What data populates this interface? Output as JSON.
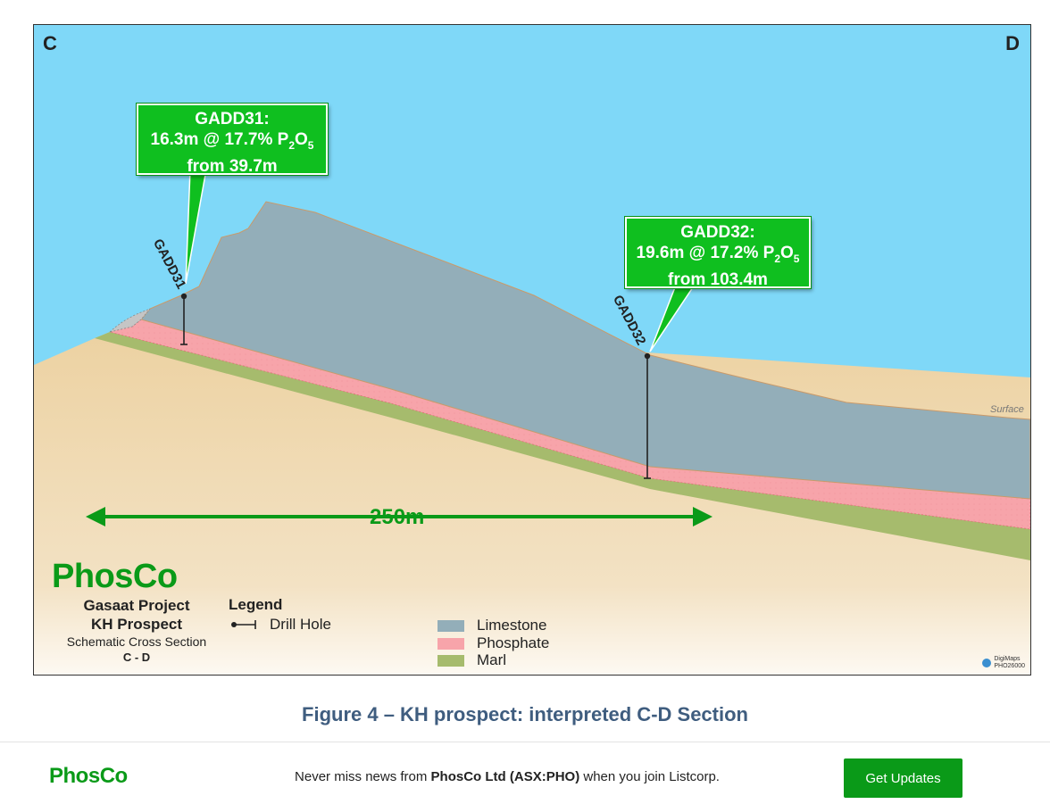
{
  "section": {
    "left_label": "C",
    "right_label": "D",
    "surface_label": "Surface",
    "scale_label": "250m",
    "callouts": [
      {
        "hole": "GADD31",
        "line1": "GADD31:",
        "line2_main": "16.3m  @ 17.7% P",
        "line2_sub1": "2",
        "line2_o": "O",
        "line2_sub2": "5",
        "line3": "from 39.7m"
      },
      {
        "hole": "GADD32",
        "line1": "GADD32:",
        "line2_main": "19.6m @ 17.2% P",
        "line2_sub1": "2",
        "line2_o": "O",
        "line2_sub2": "5",
        "line3": "from 103.4m"
      }
    ],
    "hole_labels": [
      "GADD31",
      "GADD32"
    ],
    "brand": {
      "prefix": "Ph",
      "o": "o",
      "suffix": "sCo"
    },
    "title_block": {
      "project": "Gasaat Project",
      "prospect": "KH Prospect",
      "subtitle": "Schematic Cross Section",
      "section": "C - D"
    },
    "legend": {
      "title": "Legend",
      "drill_hole": "Drill Hole",
      "items": [
        {
          "label": "Limestone",
          "color": "#93aeb9"
        },
        {
          "label": "Phosphate",
          "color": "#f7a4aa"
        },
        {
          "label": "Marl",
          "color": "#a6bb6d"
        }
      ]
    },
    "credit": {
      "line1": "DigiMaps",
      "line2": "PHO26000"
    },
    "colors": {
      "sky": "#7fd8f8",
      "ground": "#ecd3a3",
      "accent": "#0fbf1f",
      "arrow": "#0a9a18"
    }
  },
  "caption": "Figure 4 – KH prospect: interpreted C-D Section",
  "footer": {
    "brand": {
      "prefix": "Ph",
      "o": "o",
      "suffix": "sCo"
    },
    "message_pre": "Never miss news from ",
    "message_company": "PhosCo Ltd (ASX:PHO)",
    "message_post": " when you join Listcorp.",
    "button": "Get Updates"
  }
}
